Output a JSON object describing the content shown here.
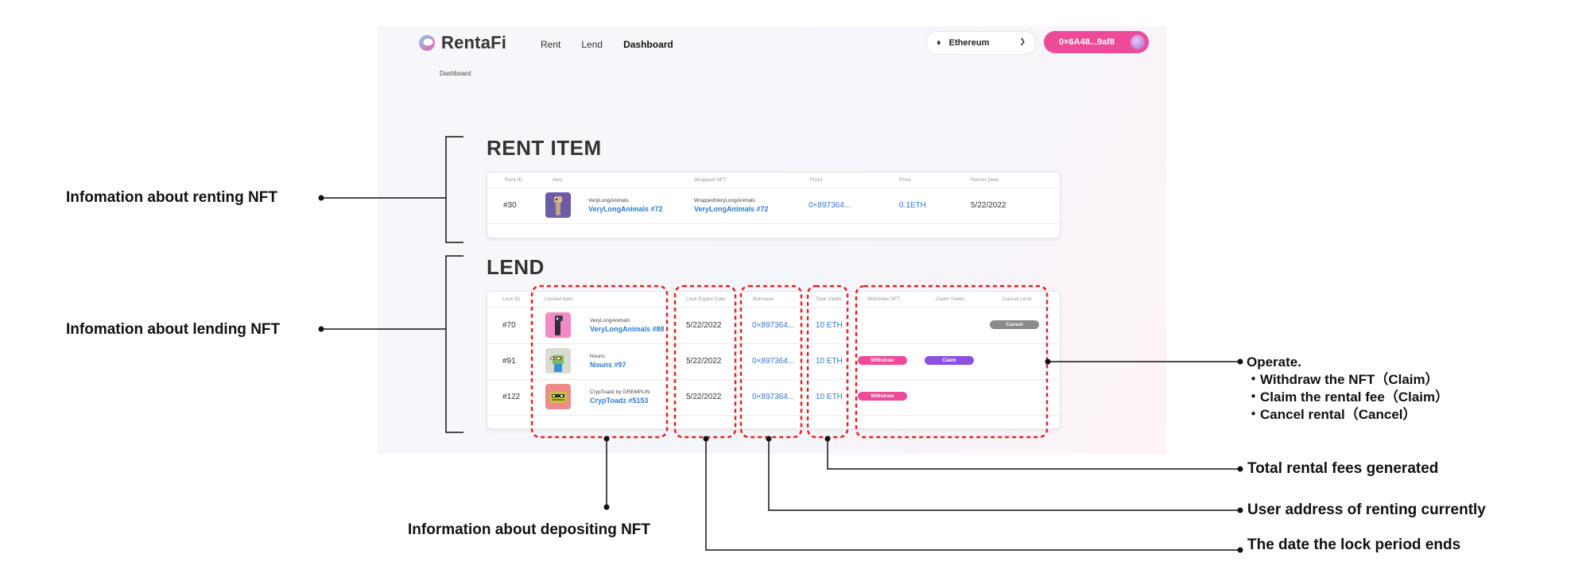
{
  "app": {
    "brand": "RentaFi",
    "nav": [
      {
        "label": "Rent"
      },
      {
        "label": "Lend"
      },
      {
        "label": "Dashboard",
        "active": true
      }
    ],
    "chain": {
      "label": "Ethereum"
    },
    "wallet": {
      "address": "0×6A48...9af8"
    },
    "breadcrumb": "Dashboard",
    "colors": {
      "accent_pink": "#ee4a9a",
      "claim_purple": "#8c4fe0",
      "link_blue": "#2d7ad6",
      "cancel_gray": "#8a8a8a"
    }
  },
  "rent": {
    "title": "RENT ITEM",
    "headers": [
      "Rent ID",
      "Item",
      "Wrapped NFT",
      "From",
      "Price",
      "Return Date"
    ],
    "rows": [
      {
        "id": "#30",
        "collection": "VeryLongAnimals",
        "name": "VeryLongAnimals #72",
        "wrapped_collection": "WrappedVeryLongAnimals",
        "wrapped_name": "VeryLongAnimals #72",
        "from": "0×897364...",
        "price": "0.1ETH",
        "return_date": "5/22/2022"
      }
    ]
  },
  "lend": {
    "title": "LEND",
    "headers": [
      "Lock ID",
      "Locked Item",
      "Lock Expire Date",
      "Borrower",
      "Total Yields",
      "Withdraw NFT",
      "Claim Yields",
      "Cancel Lend"
    ],
    "rows": [
      {
        "id": "#70",
        "collection": "VeryLongAnimals",
        "name": "VeryLongAnimals #88",
        "expire": "5/22/2022",
        "borrower": "0×897364...",
        "yields": "10 ETH",
        "cancel": "Cancel"
      },
      {
        "id": "#91",
        "collection": "Nouns",
        "name": "Nouns #97",
        "expire": "5/22/2022",
        "borrower": "0×897364...",
        "yields": "10 ETH",
        "withdraw": "Withdraw",
        "claim": "Claim"
      },
      {
        "id": "#122",
        "collection": "CrypToadz by GREMPLIN",
        "name": "CrypToadz #5153",
        "expire": "5/22/2022",
        "borrower": "0×897364...",
        "yields": "10 ETH",
        "withdraw": "Withdraw"
      }
    ]
  },
  "annotations": {
    "renting": "Infomation about renting NFT",
    "lending": "Infomation about lending NFT",
    "depositing": "Information about depositing NFT",
    "operate": {
      "title": "Operate.",
      "items": [
        "・Withdraw the NFT（Claim）",
        "・Claim the rental fee（Claim）",
        "・Cancel rental（Cancel）"
      ]
    },
    "total_fees": "Total rental fees generated",
    "user_address": "User address of renting currently",
    "lock_date": "The date the lock period ends"
  }
}
